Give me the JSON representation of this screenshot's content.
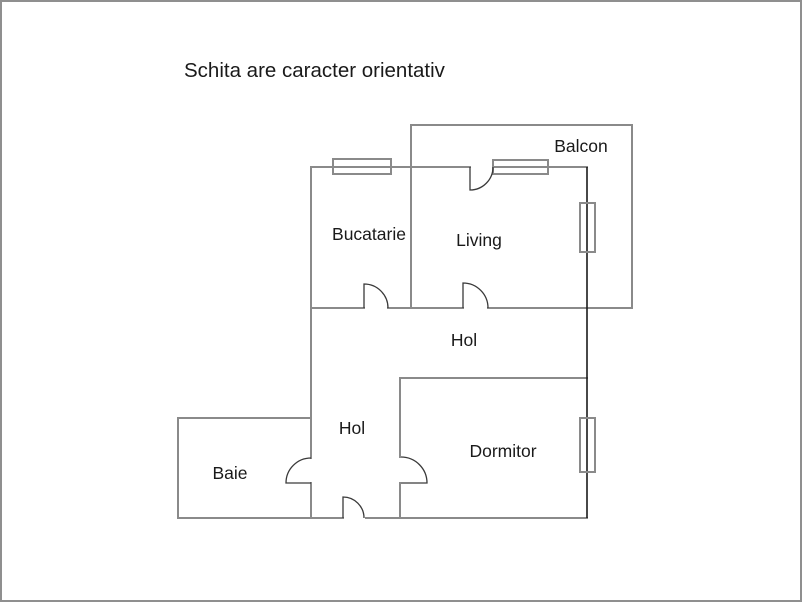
{
  "title": "Schita are caracter orientativ",
  "rooms": {
    "kitchen": "Bucatarie",
    "living": "Living",
    "balcony": "Balcon",
    "hall_upper": "Hol",
    "hall_lower": "Hol",
    "bathroom": "Baie",
    "bedroom": "Dormitor"
  },
  "colors": {
    "wall": "#8a8a8a",
    "facade_wall": "#1a1a1a",
    "door": "#3a3a3a",
    "window": "#8a8a8a",
    "text": "#1a1a1a",
    "arrow": "#262626",
    "frame": "#8f8f8f",
    "background": "#ffffff"
  }
}
